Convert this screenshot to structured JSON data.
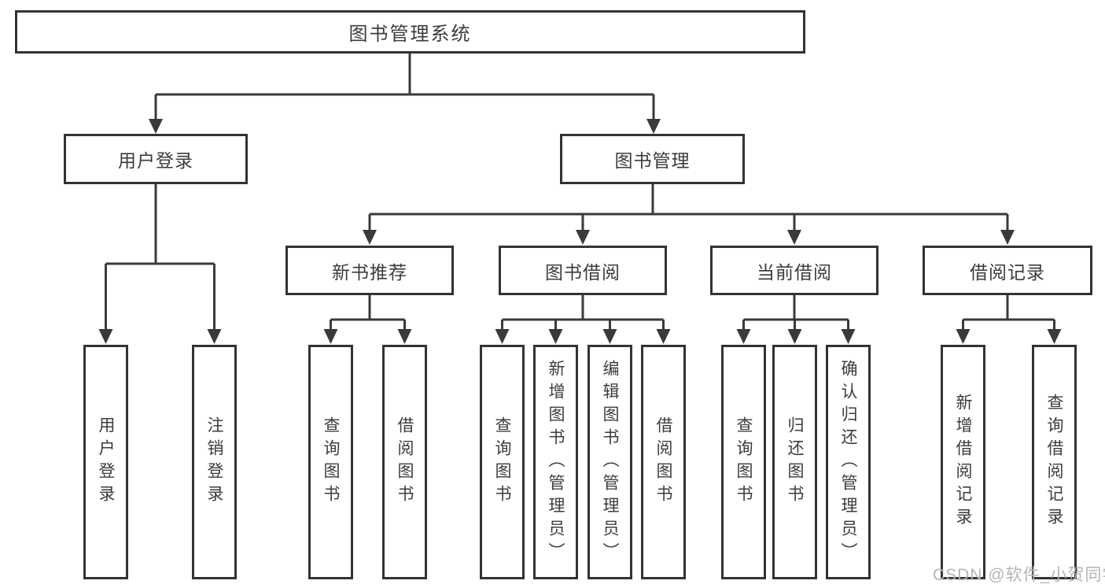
{
  "diagram": {
    "title": "图书管理系统",
    "tree": {
      "label": "图书管理系统",
      "children": [
        {
          "label": "用户登录",
          "children": [
            {
              "label": "用户登录"
            },
            {
              "label": "注销登录"
            }
          ]
        },
        {
          "label": "图书管理",
          "children": [
            {
              "label": "新书推荐",
              "children": [
                {
                  "label": "查询图书"
                },
                {
                  "label": "借阅图书"
                }
              ]
            },
            {
              "label": "图书借阅",
              "children": [
                {
                  "label": "查询图书"
                },
                {
                  "label": "新增图书（管理员）"
                },
                {
                  "label": "编辑图书（管理员）"
                },
                {
                  "label": "借阅图书"
                }
              ]
            },
            {
              "label": "当前借阅",
              "children": [
                {
                  "label": "查询图书"
                },
                {
                  "label": "归还图书"
                },
                {
                  "label": "确认归还（管理员）"
                }
              ]
            },
            {
              "label": "借阅记录",
              "children": [
                {
                  "label": "新增借阅记录"
                },
                {
                  "label": "查询借阅记录"
                }
              ]
            }
          ]
        }
      ]
    },
    "watermark": "CSDN @软件_小贺同学",
    "colors": {
      "line": "#3a3a3a",
      "box_border": "#333333",
      "text": "#3c3c3c",
      "watermark": "#b5b5b5",
      "background": "#ffffff"
    }
  }
}
